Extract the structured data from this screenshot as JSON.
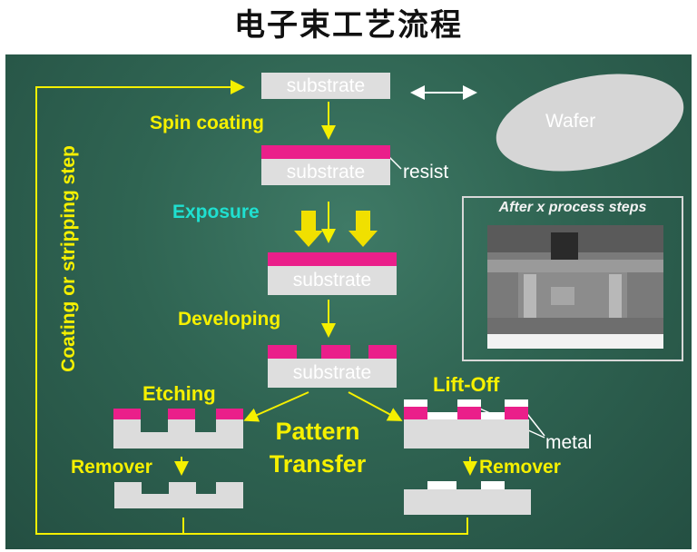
{
  "title": "电子束工艺流程",
  "labels": {
    "substrate": "substrate",
    "resist": "resist",
    "wafer": "Wafer",
    "spin_coating": "Spin coating",
    "exposure": "Exposure",
    "developing": "Developing",
    "etching": "Etching",
    "lift_off": "Lift-Off",
    "metal": "metal",
    "pattern_transfer_1": "Pattern",
    "pattern_transfer_2": "Transfer",
    "remover_left": "Remover",
    "remover_right": "Remover",
    "loop": "Coating or stripping step",
    "sem_caption": "After x process steps"
  },
  "colors": {
    "accent_yellow": "#f5f000",
    "exposure_cyan": "#1fe0d0",
    "resist_pink": "#ea1f8a",
    "substrate_gray": "#dedede",
    "background_green": "#2f6452"
  }
}
